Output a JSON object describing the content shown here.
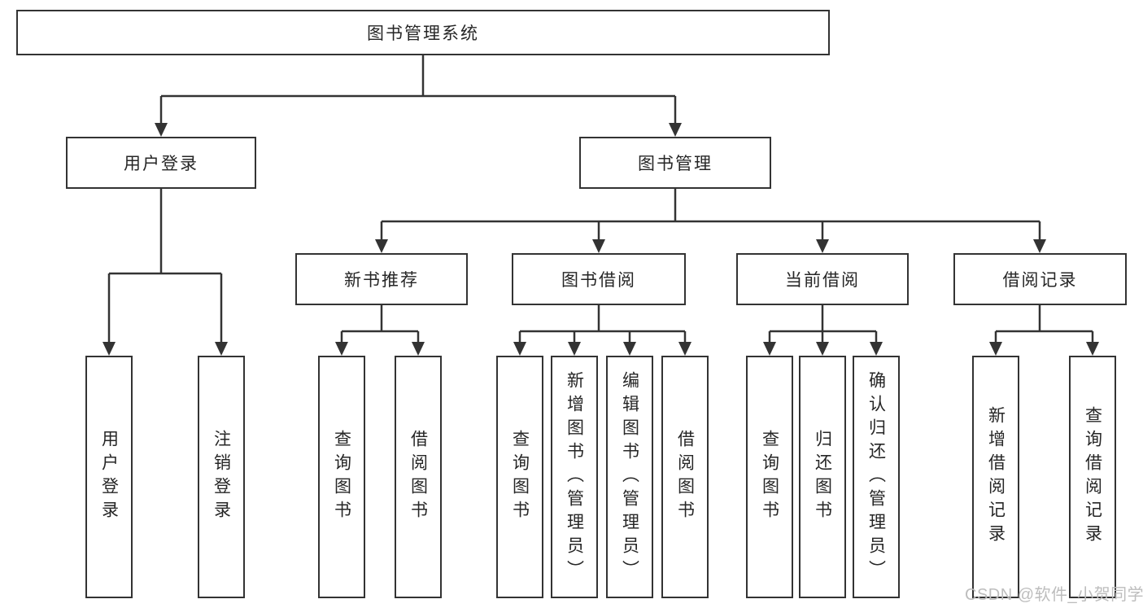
{
  "tree": {
    "root": {
      "label": "图书管理系统"
    },
    "branches": [
      {
        "label": "用户登录",
        "children": [
          {
            "label": "用户登录"
          },
          {
            "label": "注销登录"
          }
        ]
      },
      {
        "label": "图书管理",
        "groups": [
          {
            "label": "新书推荐",
            "children": [
              {
                "label": "查询图书"
              },
              {
                "label": "借阅图书"
              }
            ]
          },
          {
            "label": "图书借阅",
            "children": [
              {
                "label": "查询图书"
              },
              {
                "label": "新增图书（管理员）"
              },
              {
                "label": "编辑图书（管理员）"
              },
              {
                "label": "借阅图书"
              }
            ]
          },
          {
            "label": "当前借阅",
            "children": [
              {
                "label": "查询图书"
              },
              {
                "label": "归还图书"
              },
              {
                "label": "确认归还（管理员）"
              }
            ]
          },
          {
            "label": "借阅记录",
            "children": [
              {
                "label": "新增借阅记录"
              },
              {
                "label": "查询借阅记录"
              }
            ]
          }
        ]
      }
    ]
  },
  "watermark": {
    "text": "CSDN @软件_小贺同学"
  },
  "colors": {
    "line": "#333333",
    "box_border": "#333333",
    "text": "#262626",
    "background": "#ffffff",
    "watermark": "#bdbdbd"
  }
}
